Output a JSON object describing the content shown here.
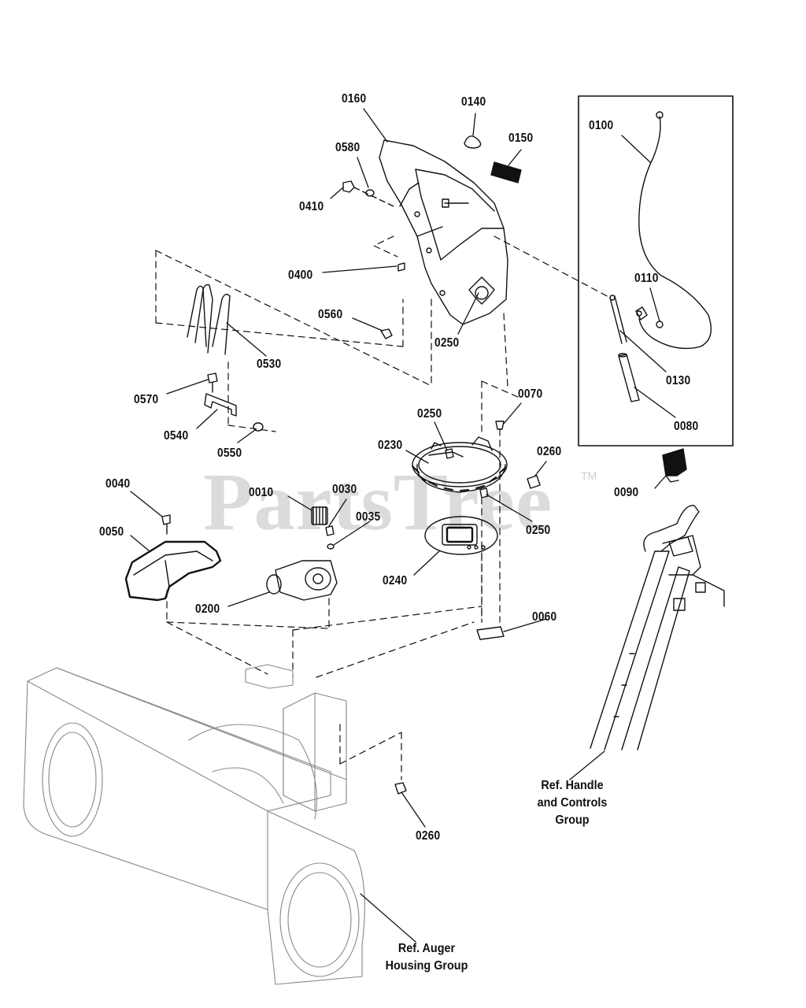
{
  "watermark": {
    "text": "PartsTree",
    "trademark": "TM"
  },
  "parts": {
    "p0160": "0160",
    "p0140": "0140",
    "p0580": "0580",
    "p0150": "0150",
    "p0410": "0410",
    "p0400": "0400",
    "p0560": "0560",
    "p0250a": "0250",
    "p0530": "0530",
    "p0570": "0570",
    "p0540": "0540",
    "p0550": "0550",
    "p0100": "0100",
    "p0110": "0110",
    "p0130": "0130",
    "p0080": "0080",
    "p0070": "0070",
    "p0250b": "0250",
    "p0230": "0230",
    "p0260a": "0260",
    "p0250c": "0250",
    "p0240": "0240",
    "p0060": "0060",
    "p0090": "0090",
    "p0040": "0040",
    "p0050": "0050",
    "p0010": "0010",
    "p0030": "0030",
    "p0035": "0035",
    "p0200": "0200",
    "p0260b": "0260"
  },
  "refs": {
    "handle_line1": "Ref. Handle",
    "handle_line2": "and Controls",
    "handle_line3": "Group",
    "auger_line1": "Ref. Auger",
    "auger_line2": "Housing Group"
  }
}
